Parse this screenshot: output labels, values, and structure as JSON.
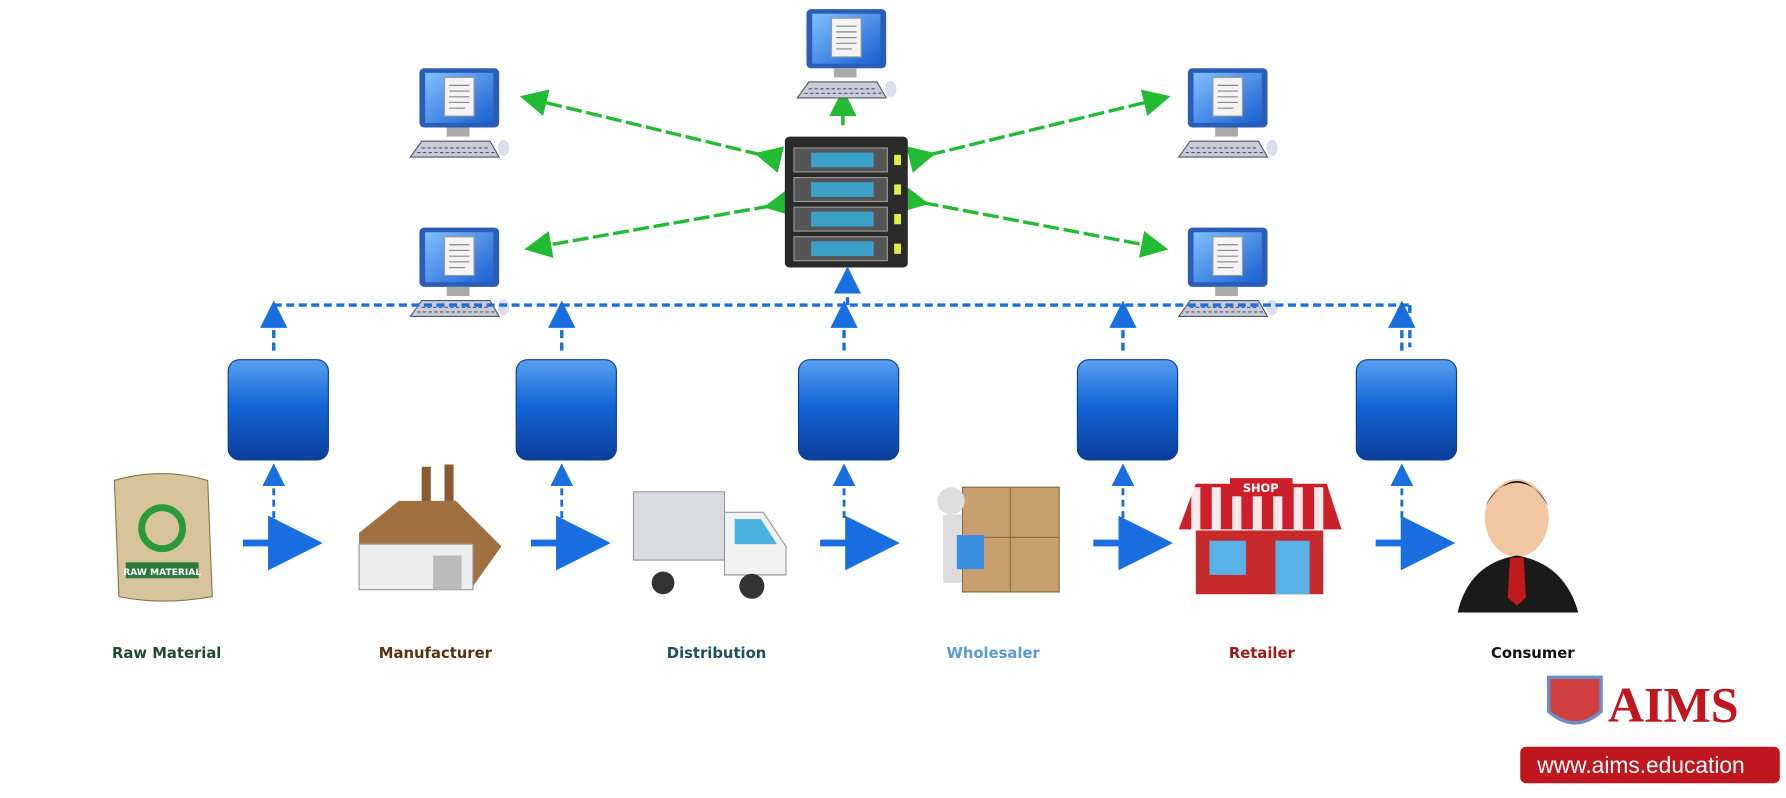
{
  "stages": [
    {
      "label": "Raw Material",
      "icon": "raw-material-sack-icon",
      "color": "#1f4d2b",
      "sack_text": "RAW MATERIAL"
    },
    {
      "label": "Manufacturer",
      "icon": "factory-icon",
      "color": "#5a3210"
    },
    {
      "label": "Distribution",
      "icon": "truck-icon",
      "color": "#1f4f5f"
    },
    {
      "label": "Wholesaler",
      "icon": "boxes-worker-icon",
      "color": "#5b9bd5"
    },
    {
      "label": "Retailer",
      "icon": "shop-icon",
      "color": "#a01818",
      "sign_text": "SHOP"
    },
    {
      "label": "Consumer",
      "icon": "businessman-icon",
      "color": "#111111"
    }
  ],
  "network": {
    "hub": "server-rack-icon",
    "clients": "desktop-computer-icon",
    "link_color": "#22bb33",
    "bus_color": "#1a6fe0"
  },
  "logo": {
    "name": "AIMS",
    "url": "www.aims.education",
    "color": "#c0161e"
  }
}
